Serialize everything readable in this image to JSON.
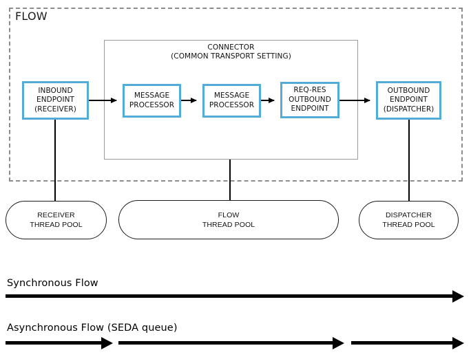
{
  "flow": {
    "title": "FLOW",
    "connector": {
      "line1": "CONNECTOR",
      "line2": "(COMMON TRANSPORT SETTING)"
    },
    "boxes": [
      {
        "id": "inbound",
        "label": "INBOUND\nENDPOINT\n(RECEIVER)"
      },
      {
        "id": "mp1",
        "label": "MESSAGE\nPROCESSOR"
      },
      {
        "id": "mp2",
        "label": "MESSAGE\nPROCESSOR"
      },
      {
        "id": "reqres",
        "label": "REQ-RES\nOUTBOUND\nENDPOINT"
      },
      {
        "id": "outbound",
        "label": "OUTBOUND\nENDPOINT\n(DISPATCHER)"
      }
    ]
  },
  "pools": [
    {
      "id": "receiver",
      "label": "RECEIVER\nTHREAD POOL"
    },
    {
      "id": "flow",
      "label": "FLOW\nTHREAD POOL"
    },
    {
      "id": "dispatcher",
      "label": "DISPATCHER\nTHREAD POOL"
    }
  ],
  "legend": {
    "sync_label": "Synchronous Flow",
    "async_label": "Asynchronous Flow (SEDA queue)"
  },
  "colors": {
    "box_border_blue": "#53ACD8",
    "boundary_dash_gray": "#8C8C8C",
    "connector_gray": "#9A9A9A",
    "line_black": "#000000",
    "background": "#FFFFFF"
  }
}
